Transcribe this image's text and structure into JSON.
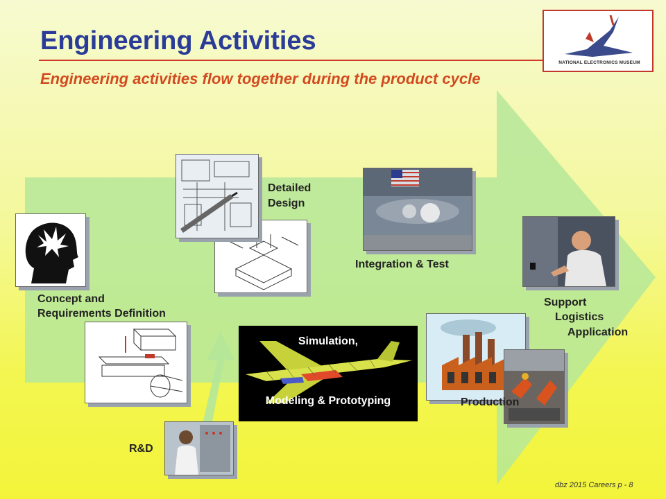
{
  "header": {
    "title": "Engineering Activities",
    "subtitle": "Engineering activities flow together during the product cycle"
  },
  "logo": {
    "text": "NATIONAL ELECTRONICS MUSEUM"
  },
  "activities": {
    "concept": {
      "line1": "Concept and",
      "line2": "Requirements Definition"
    },
    "detailed_design": {
      "line1": "Detailed",
      "line2": "Design"
    },
    "integration": {
      "label": "Integration & Test"
    },
    "support": {
      "line1": "Support",
      "line2": "Logistics",
      "line3": "Application"
    },
    "simulation": {
      "line1": "Simulation,",
      "line2": "Modeling & Prototyping"
    },
    "production": {
      "label": "Production"
    },
    "rd": {
      "label": "R&D"
    }
  },
  "footer": {
    "text": "dbz 2015 Careers  p - 8"
  },
  "colors": {
    "title": "#2a3c97",
    "subtitle": "#d24a1f",
    "arrow": "#b8e89a",
    "rule": "#d0392b"
  }
}
